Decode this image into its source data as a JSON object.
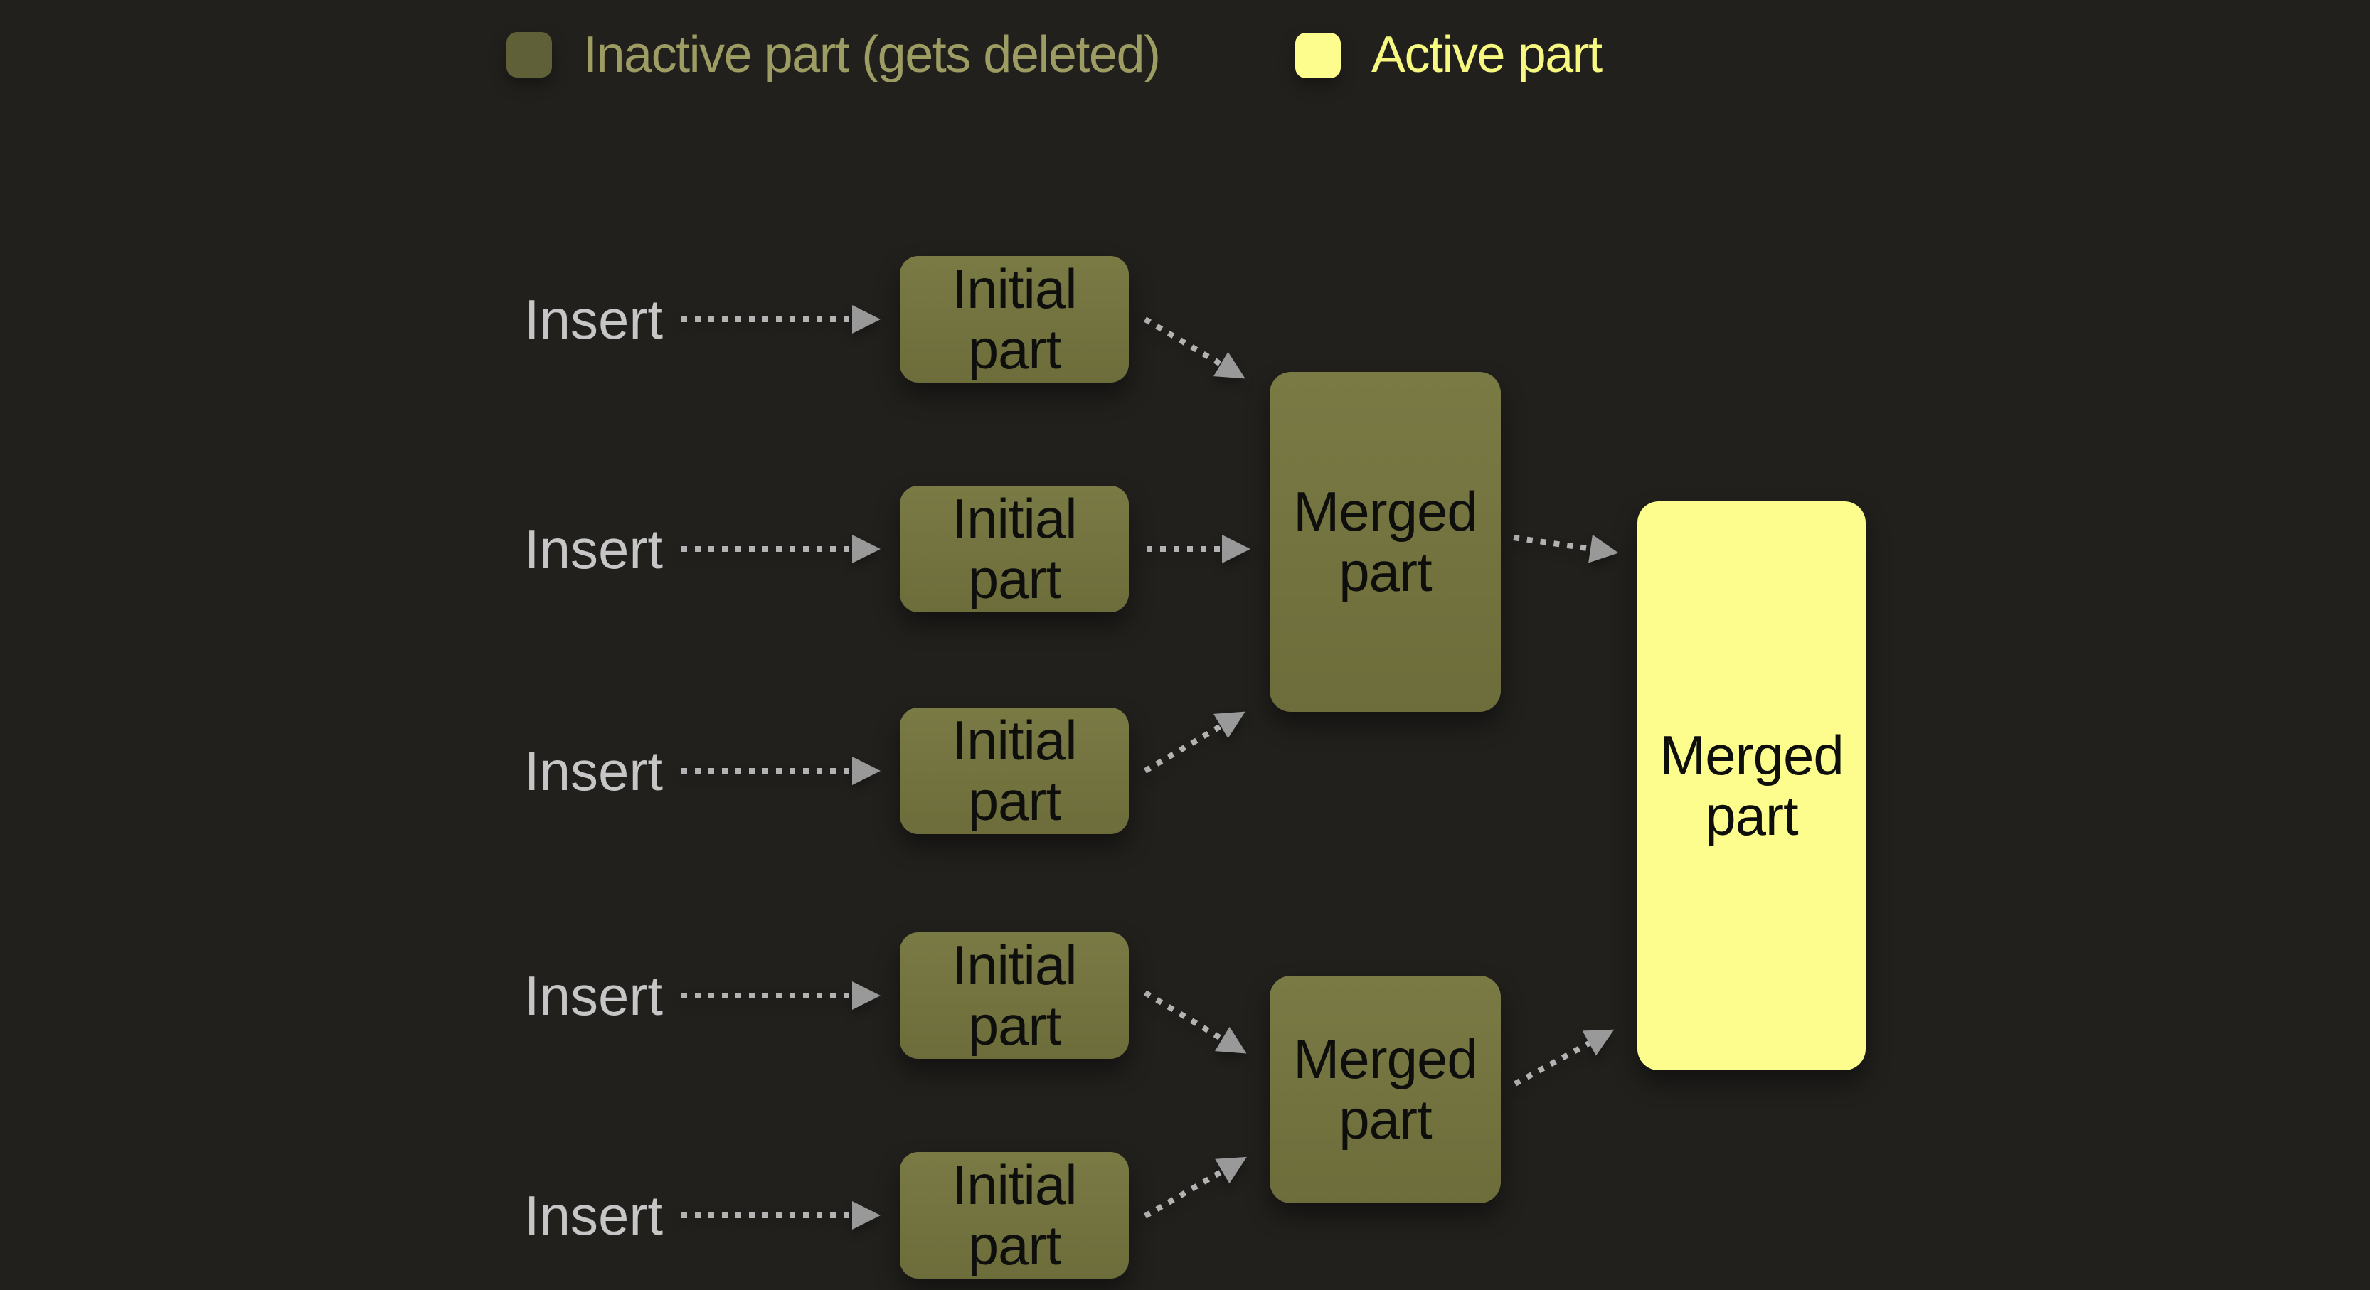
{
  "legend": {
    "inactive": {
      "label": "Inactive part (gets deleted)"
    },
    "active": {
      "label": "Active part"
    }
  },
  "diagram": {
    "insert_label": "Insert",
    "initial_box": {
      "line1": "Initial",
      "line2": "part"
    },
    "merged_box": {
      "line1": "Merged",
      "line2": "part"
    }
  },
  "colors": {
    "background": "#21201d",
    "inactive_fill_top": "#7a7a45",
    "inactive_fill_bottom": "#6d6d3b",
    "inactive_swatch": "#5f5f38",
    "inactive_text": "#9c9c63",
    "active_fill": "#fcfd8c",
    "active_text": "#f6f87f",
    "insert_text": "#c6c6c6",
    "arrow_dots": "#b3b3b3",
    "arrow_head": "#999999",
    "node_text": "#0e0e0c"
  }
}
